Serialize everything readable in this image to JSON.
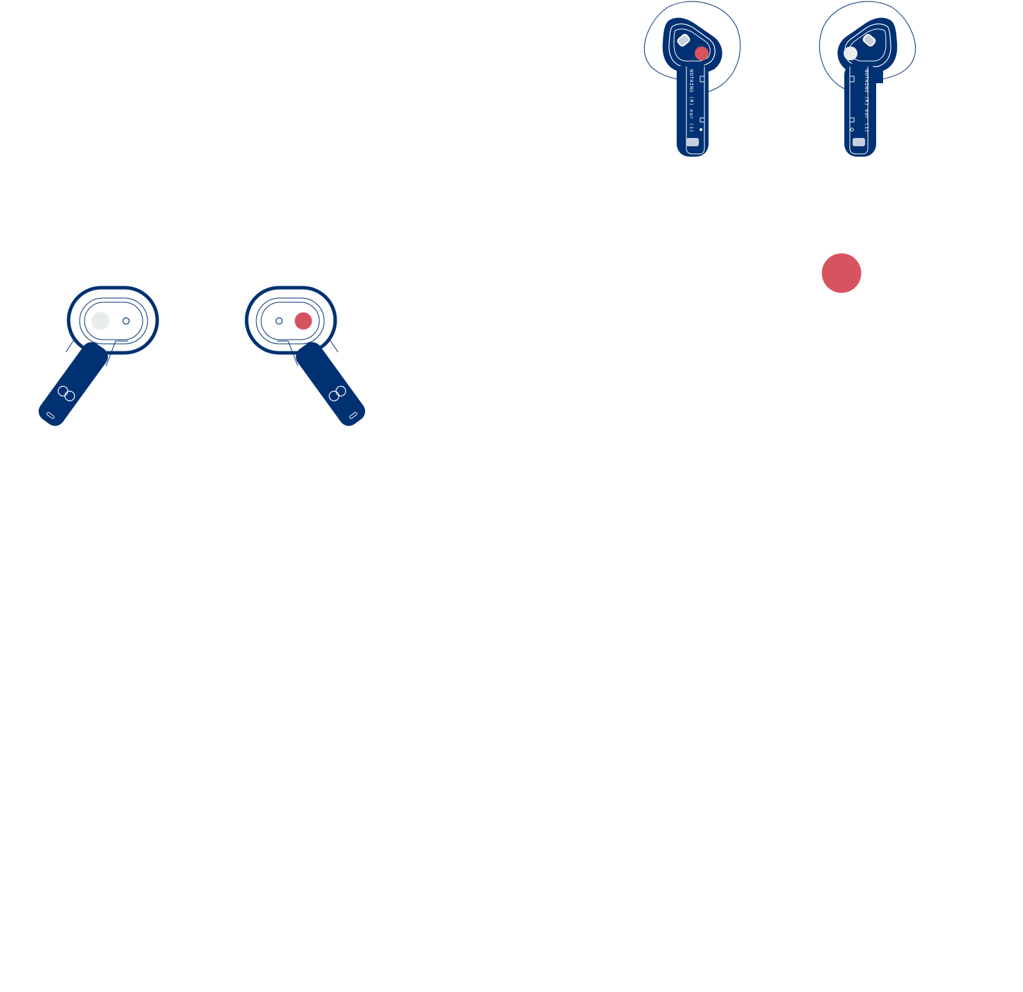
{
  "colors": {
    "navy": "#003173",
    "red": "#d6545f",
    "light_gray": "#e9eced",
    "background": "#ffffff",
    "white": "#ffffff"
  },
  "earbuds": {
    "right_top": {
      "side": "right",
      "indicator": "red",
      "stem_text": "NOTHING (R) ear (1)"
    },
    "left_top": {
      "side": "left",
      "indicator": "light_gray",
      "stem_text": "NOTHING (R) ear (1)"
    },
    "left_bottom": {
      "side": "left",
      "indicator": "light_gray"
    },
    "right_bottom": {
      "side": "right",
      "indicator": "red"
    }
  },
  "standalone_indicator": {
    "color": "red"
  }
}
